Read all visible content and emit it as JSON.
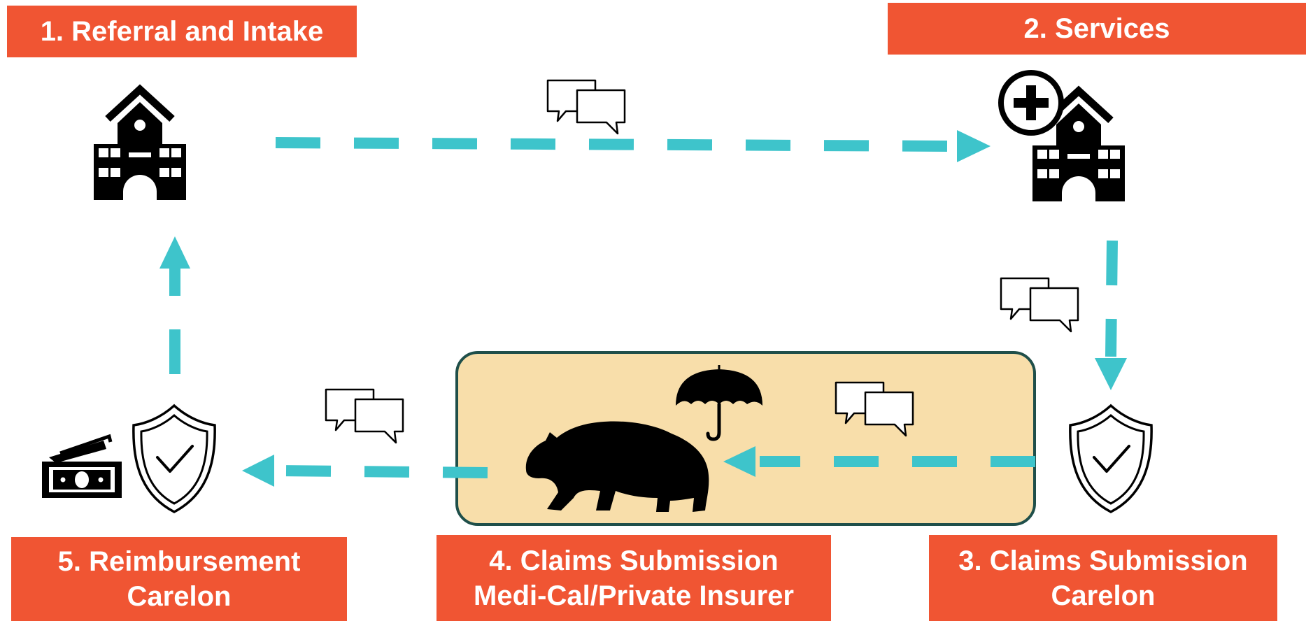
{
  "colors": {
    "label_bg": "#F05533",
    "arrow": "#3EC4CB",
    "panel_bg": "#F8DEAA",
    "panel_border": "#1F4F4A",
    "icon": "#000000"
  },
  "steps": [
    {
      "id": "referral",
      "lines": [
        "1. Referral and Intake"
      ]
    },
    {
      "id": "services",
      "lines": [
        "2. Services"
      ]
    },
    {
      "id": "claims-carelon",
      "lines": [
        "3. Claims Submission",
        "Carelon"
      ]
    },
    {
      "id": "claims-medi-cal",
      "lines": [
        "4. Claims Submission",
        "Medi-Cal/Private Insurer"
      ]
    },
    {
      "id": "reimbursement",
      "lines": [
        "5. Reimbursement",
        "Carelon"
      ]
    }
  ],
  "icons": {
    "school": "school-building-icon",
    "clinic": "school-with-medical-cross-icon",
    "shield": "shield-check-icon",
    "chat": "chat-bubbles-icon",
    "bear": "bear-icon",
    "umbrella": "umbrella-icon",
    "money": "money-stack-icon"
  }
}
